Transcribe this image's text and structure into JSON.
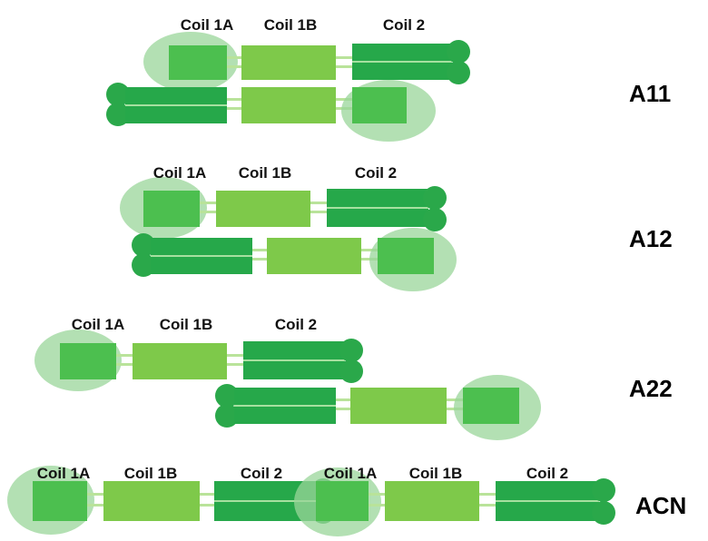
{
  "colors": {
    "coil_1a": "#4cbf4f",
    "coil_1b": "#7ec94a",
    "coil_2": "#26a84a",
    "globe": "#2aa84a",
    "halo": "#9ad59a",
    "link": "#b9e39a"
  },
  "rows": [
    {
      "label": "A11",
      "coil_labels": [
        "Coil 1A",
        "Coil 1B",
        "Coil 2"
      ]
    },
    {
      "label": "A12",
      "coil_labels": [
        "Coil 1A",
        "Coil 1B",
        "Coil 2"
      ]
    },
    {
      "label": "A22",
      "coil_labels": [
        "Coil 1A",
        "Coil 1B",
        "Coil 2"
      ]
    },
    {
      "label": "ACN",
      "coil_labels": [
        "Coil 1A",
        "Coil 1B",
        "Coil 2",
        "Coil 1A",
        "Coil 1B",
        "Coil 2"
      ]
    }
  ]
}
